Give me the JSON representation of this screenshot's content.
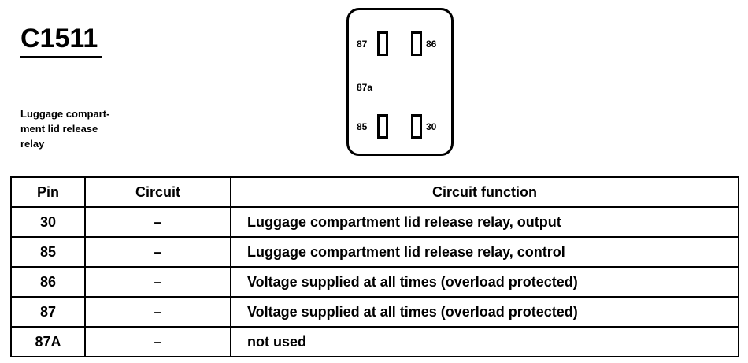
{
  "connector": {
    "id": "C1511",
    "description": "Luggage compart-\nment lid release\nrelay"
  },
  "diagram": {
    "pins": {
      "p87": "87",
      "p86": "86",
      "p87a": "87a",
      "p85": "85",
      "p30": "30"
    }
  },
  "table": {
    "headers": {
      "pin": "Pin",
      "circuit": "Circuit",
      "function": "Circuit function"
    },
    "rows": [
      {
        "pin": "30",
        "circuit": "–",
        "function": "Luggage compartment lid release relay, output"
      },
      {
        "pin": "85",
        "circuit": "–",
        "function": "Luggage compartment lid release relay, control"
      },
      {
        "pin": "86",
        "circuit": "–",
        "function": "Voltage supplied at all times (overload protected)"
      },
      {
        "pin": "87",
        "circuit": "–",
        "function": "Voltage supplied at all times (overload protected)"
      },
      {
        "pin": "87A",
        "circuit": "–",
        "function": "not used"
      }
    ]
  }
}
